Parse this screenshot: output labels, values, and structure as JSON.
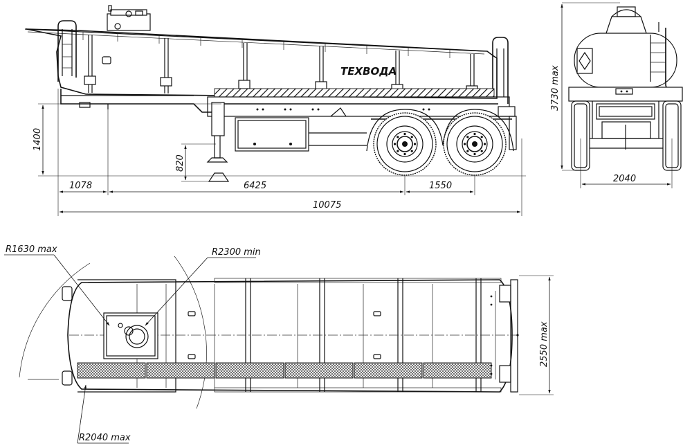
{
  "drawing": {
    "title": "",
    "tank_label": "ТЕХВОДА",
    "side_view": {
      "dimensions": [
        {
          "id": "frame_height",
          "value": "1400"
        },
        {
          "id": "fifth_wheel_height",
          "value": "820"
        },
        {
          "id": "front_overhang",
          "value": "1078"
        },
        {
          "id": "kingpin_to_axle",
          "value": "6425"
        },
        {
          "id": "axle_base",
          "value": "1550"
        },
        {
          "id": "overall_length",
          "value": "10075"
        }
      ]
    },
    "rear_view": {
      "dimensions": [
        {
          "id": "overall_height",
          "value": "3730 max"
        },
        {
          "id": "track_width",
          "value": "2040"
        }
      ]
    },
    "top_view": {
      "dimensions": [
        {
          "id": "turn_radius_small",
          "value": "R1630 max"
        },
        {
          "id": "turn_radius_min",
          "value": "R2300 min"
        },
        {
          "id": "turn_radius_front",
          "value": "R2040 max"
        },
        {
          "id": "overall_width",
          "value": "2550 max"
        }
      ]
    }
  }
}
